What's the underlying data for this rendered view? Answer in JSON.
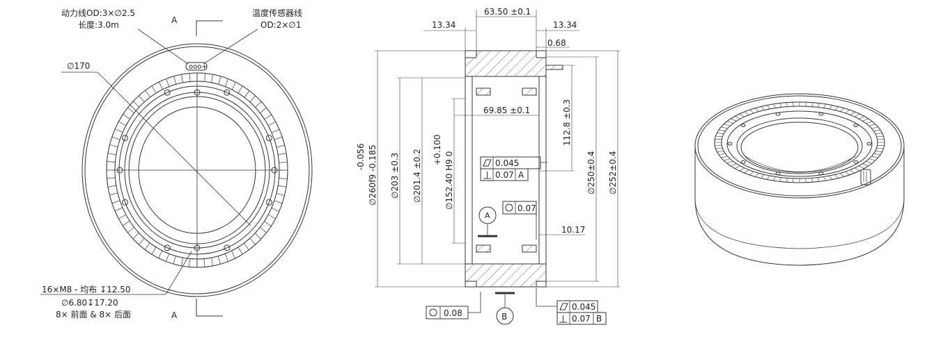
{
  "front_view": {
    "cable_power_line1": "动力线OD:3×∅2.5",
    "cable_power_line2": "长度:3.0m",
    "temp_sensor_line1": "温度传感器线",
    "temp_sensor_line2": "OD:2×∅1",
    "section_mark_top": "A",
    "section_mark_bottom": "A",
    "diameter_pcd": "∅170",
    "holes_line1": "16×M8 - 均布",
    "holes_depth1": "12.50",
    "holes_line2": "∅6.80",
    "holes_depth2": "17.20",
    "holes_line3": "8× 前面 & 8× 后面",
    "connector_text": "ooo+"
  },
  "section_view": {
    "width_total": "63.50 ±0.1",
    "left_step": "13.34",
    "right_step": "13.34",
    "edge_gap": "0.68",
    "inner_width": "69.85 ±0.1",
    "offset_height": "112.8 ±0.3",
    "flatness1_value": "0.045",
    "perp1_value": "0.07",
    "perp1_datum": "A",
    "circularity1_value": "0.07",
    "datum_a_label": "A",
    "step_height": "10.17",
    "circularity2_value": "0.08",
    "datum_b_label": "B",
    "flatness2_value": "0.045",
    "perp2_value": "0.07",
    "perp2_datum": "B",
    "dim_outer_tol_upper": "-0.056",
    "dim_outer_main": "∅260f9",
    "dim_outer_tol_lower": "-0.185",
    "dim_203": "∅203 ±0.3",
    "dim_201": "∅201.4 ±0.2",
    "dim_bore_tol_upper": "+0.100",
    "dim_bore_main": "∅152.40 H9",
    "dim_bore_tol_lower": "0",
    "dim_250": "∅250±0.4",
    "dim_252": "∅252±0.4"
  }
}
